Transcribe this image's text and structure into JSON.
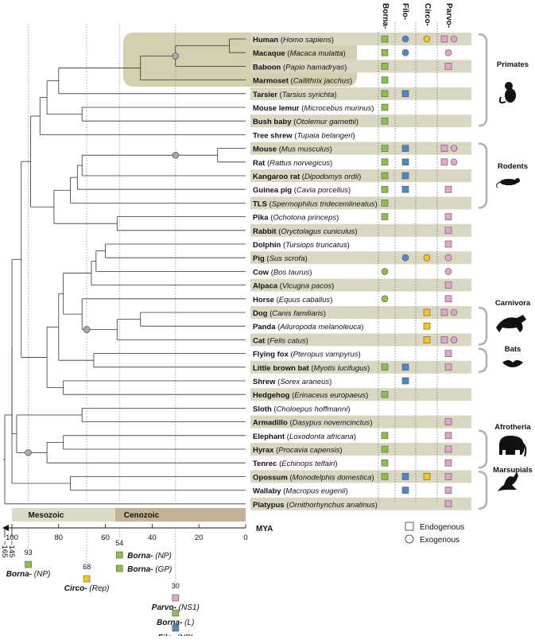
{
  "virus_columns": [
    "Borna-",
    "Filo-",
    "Circo-",
    "Parvo-"
  ],
  "colors": {
    "borna": "#8dbf4a",
    "filo": "#4f86c6",
    "circo": "#f5c518",
    "parvo": "#e3a5c9",
    "stripe": "#d9d7c2",
    "highlight": "#d3cfb0",
    "mesozoic": "#dcdac4",
    "cenozoic": "#c4b295",
    "tree": "#333333",
    "bracket": "#b0b0b0"
  },
  "species": [
    {
      "common": "Human",
      "latin": "Homo sapiens",
      "marks": [
        [
          "B",
          "s"
        ],
        [
          "F",
          "c"
        ],
        [
          "C",
          "c"
        ],
        [
          "P",
          "s"
        ],
        [
          "P",
          "c"
        ]
      ]
    },
    {
      "common": "Macaque",
      "latin": "Macaca mulatta",
      "marks": [
        [
          "B",
          "s"
        ],
        [
          "F",
          "c"
        ],
        [
          "P",
          "c"
        ]
      ]
    },
    {
      "common": "Baboon",
      "latin": "Papio hamadryas",
      "marks": [
        [
          "B",
          "s"
        ],
        [
          "P",
          "s"
        ]
      ]
    },
    {
      "common": "Marmoset",
      "latin": "Callithrix jacchus",
      "marks": [
        [
          "B",
          "s"
        ]
      ]
    },
    {
      "common": "Tarsier",
      "latin": "Tarsius syrichta",
      "marks": [
        [
          "B",
          "s"
        ],
        [
          "F",
          "s"
        ]
      ]
    },
    {
      "common": "Mouse lemur",
      "latin": "Microcebus murinus",
      "marks": [
        [
          "B",
          "s"
        ]
      ]
    },
    {
      "common": "Bush baby",
      "latin": "Otolemur garnettii",
      "marks": [
        [
          "B",
          "s"
        ]
      ]
    },
    {
      "common": "Tree shrew",
      "latin": "Tupaia belangeri",
      "marks": []
    },
    {
      "common": "Mouse",
      "latin": "Mus musculus",
      "marks": [
        [
          "B",
          "s"
        ],
        [
          "F",
          "s"
        ],
        [
          "P",
          "s"
        ],
        [
          "P",
          "c"
        ]
      ]
    },
    {
      "common": "Rat",
      "latin": "Rattus norvegicus",
      "marks": [
        [
          "B",
          "s"
        ],
        [
          "F",
          "s"
        ],
        [
          "P",
          "s"
        ],
        [
          "P",
          "c"
        ]
      ]
    },
    {
      "common": "Kangaroo rat",
      "latin": "Dipodomys ordii",
      "marks": [
        [
          "B",
          "s"
        ],
        [
          "F",
          "s"
        ]
      ]
    },
    {
      "common": "Guinea pig",
      "latin": "Cavia porcellus",
      "marks": [
        [
          "B",
          "s"
        ],
        [
          "F",
          "s"
        ],
        [
          "P",
          "s"
        ]
      ]
    },
    {
      "common": "TLS",
      "latin": "Spermophilus tridecemlineatus",
      "marks": [
        [
          "B",
          "s"
        ]
      ]
    },
    {
      "common": "Pika",
      "latin": "Ochotona princeps",
      "marks": [
        [
          "B",
          "s"
        ],
        [
          "P",
          "s"
        ]
      ]
    },
    {
      "common": "Rabbit",
      "latin": "Oryctolagus cuniculus",
      "marks": [
        [
          "P",
          "s"
        ]
      ]
    },
    {
      "common": "Dolphin",
      "latin": "Tursiops truncatus",
      "marks": [
        [
          "P",
          "s"
        ]
      ]
    },
    {
      "common": "Pig",
      "latin": "Sus scrofa",
      "marks": [
        [
          "F",
          "c"
        ],
        [
          "C",
          "c"
        ],
        [
          "P",
          "c"
        ]
      ]
    },
    {
      "common": "Cow",
      "latin": "Bos taurus",
      "marks": [
        [
          "B",
          "c"
        ],
        [
          "P",
          "c"
        ]
      ]
    },
    {
      "common": "Alpaca",
      "latin": "Vicugna pacos",
      "marks": [
        [
          "P",
          "s"
        ]
      ]
    },
    {
      "common": "Horse",
      "latin": "Equus caballus",
      "marks": [
        [
          "B",
          "c"
        ],
        [
          "P",
          "s"
        ]
      ]
    },
    {
      "common": "Dog",
      "latin": "Canis familiaris",
      "marks": [
        [
          "C",
          "s"
        ],
        [
          "P",
          "s"
        ],
        [
          "P",
          "c"
        ]
      ]
    },
    {
      "common": "Panda",
      "latin": "Ailuropoda melanoleuca",
      "marks": [
        [
          "C",
          "s"
        ]
      ]
    },
    {
      "common": "Cat",
      "latin": "Felis catus",
      "marks": [
        [
          "C",
          "s"
        ],
        [
          "P",
          "s"
        ],
        [
          "P",
          "c"
        ]
      ]
    },
    {
      "common": "Flying fox",
      "latin": "Pteropus vampyrus",
      "marks": [
        [
          "P",
          "s"
        ]
      ]
    },
    {
      "common": "Little brown bat",
      "latin": "Myotis lucifugus",
      "marks": [
        [
          "B",
          "s"
        ],
        [
          "F",
          "s"
        ],
        [
          "P",
          "s"
        ]
      ]
    },
    {
      "common": "Shrew",
      "latin": "Sorex araneus",
      "marks": [
        [
          "F",
          "s"
        ]
      ]
    },
    {
      "common": "Hedgehog",
      "latin": "Erinaceus europaeus",
      "marks": [
        [
          "B",
          "s"
        ]
      ]
    },
    {
      "common": "Sloth",
      "latin": "Choloepus hoffmanni",
      "marks": []
    },
    {
      "common": "Armadillo",
      "latin": "Dasypus novemcinctus",
      "marks": [
        [
          "P",
          "s"
        ]
      ]
    },
    {
      "common": "Elephant",
      "latin": "Loxodonta africana",
      "marks": [
        [
          "B",
          "s"
        ],
        [
          "P",
          "s"
        ]
      ]
    },
    {
      "common": "Hyrax",
      "latin": "Procavia capensis",
      "marks": [
        [
          "B",
          "s"
        ],
        [
          "P",
          "s"
        ]
      ]
    },
    {
      "common": "Tenrec",
      "latin": "Echinops telfairi",
      "marks": [
        [
          "B",
          "s"
        ],
        [
          "P",
          "s"
        ]
      ]
    },
    {
      "common": "Opossum",
      "latin": "Monodelphis domestica",
      "marks": [
        [
          "B",
          "s"
        ],
        [
          "F",
          "s"
        ],
        [
          "C",
          "s"
        ],
        [
          "P",
          "s"
        ]
      ]
    },
    {
      "common": "Wallaby",
      "latin": "Macropus eugenii",
      "marks": [
        [
          "F",
          "s"
        ],
        [
          "P",
          "s"
        ]
      ]
    },
    {
      "common": "Platypus",
      "latin": "Ornithorhynchus anatinus",
      "marks": [
        [
          "P",
          "s"
        ]
      ]
    }
  ],
  "groups": [
    "Primates",
    "Rodents",
    "Carnivora",
    "Bats",
    "Afrotheria",
    "Marsupials"
  ],
  "eras": {
    "mesozoic": "Mesozoic",
    "cenozoic": "Cenozoic"
  },
  "axis": {
    "unit": "MYA",
    "ticks": [
      "100",
      "80",
      "60",
      "40",
      "20",
      "0"
    ],
    "deep_ticks": [
      "~165",
      "~145"
    ]
  },
  "legend": {
    "endogenous": "Endogenous",
    "exogenous": "Exogenous"
  },
  "insertion_events": [
    {
      "age": "93",
      "items": [
        {
          "virus": "Borna-",
          "gene": "(NP)",
          "color": "borna"
        }
      ]
    },
    {
      "age": "68",
      "items": [
        {
          "virus": "Circo-",
          "gene": "(Rep)",
          "color": "circo"
        }
      ]
    },
    {
      "age": "54",
      "items": [
        {
          "virus": "Borna-",
          "gene": "(NP)",
          "color": "borna"
        },
        {
          "virus": "Borna-",
          "gene": "(GP)",
          "color": "borna"
        }
      ]
    },
    {
      "age": "30",
      "items": [
        {
          "virus": "Parvo-",
          "gene": "(NS1)",
          "color": "parvo"
        },
        {
          "virus": "Borna-",
          "gene": "(L)",
          "color": "borna"
        },
        {
          "virus": "Filo-",
          "gene": "(NP)",
          "color": "filo"
        }
      ]
    }
  ]
}
